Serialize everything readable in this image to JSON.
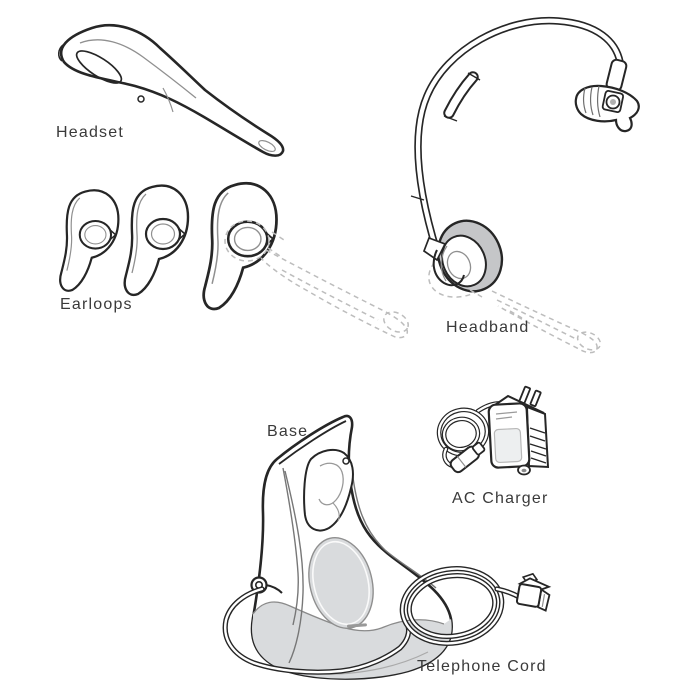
{
  "figure": {
    "kind": "product-parts-diagram",
    "background": "#ffffff"
  },
  "colors": {
    "outline": "#262626",
    "detail_line": "#909090",
    "ghost_line": "#bdbdbd",
    "cushion_gray": "#c5c6c8",
    "base_gray": "#d9dbdd",
    "label_text": "#3a3a3a"
  },
  "labels": {
    "headset": "Headset",
    "earloops": "Earloops",
    "headband": "Headband",
    "base": "Base",
    "ac_charger": "AC Charger",
    "telephone_cord": "Telephone Cord"
  }
}
